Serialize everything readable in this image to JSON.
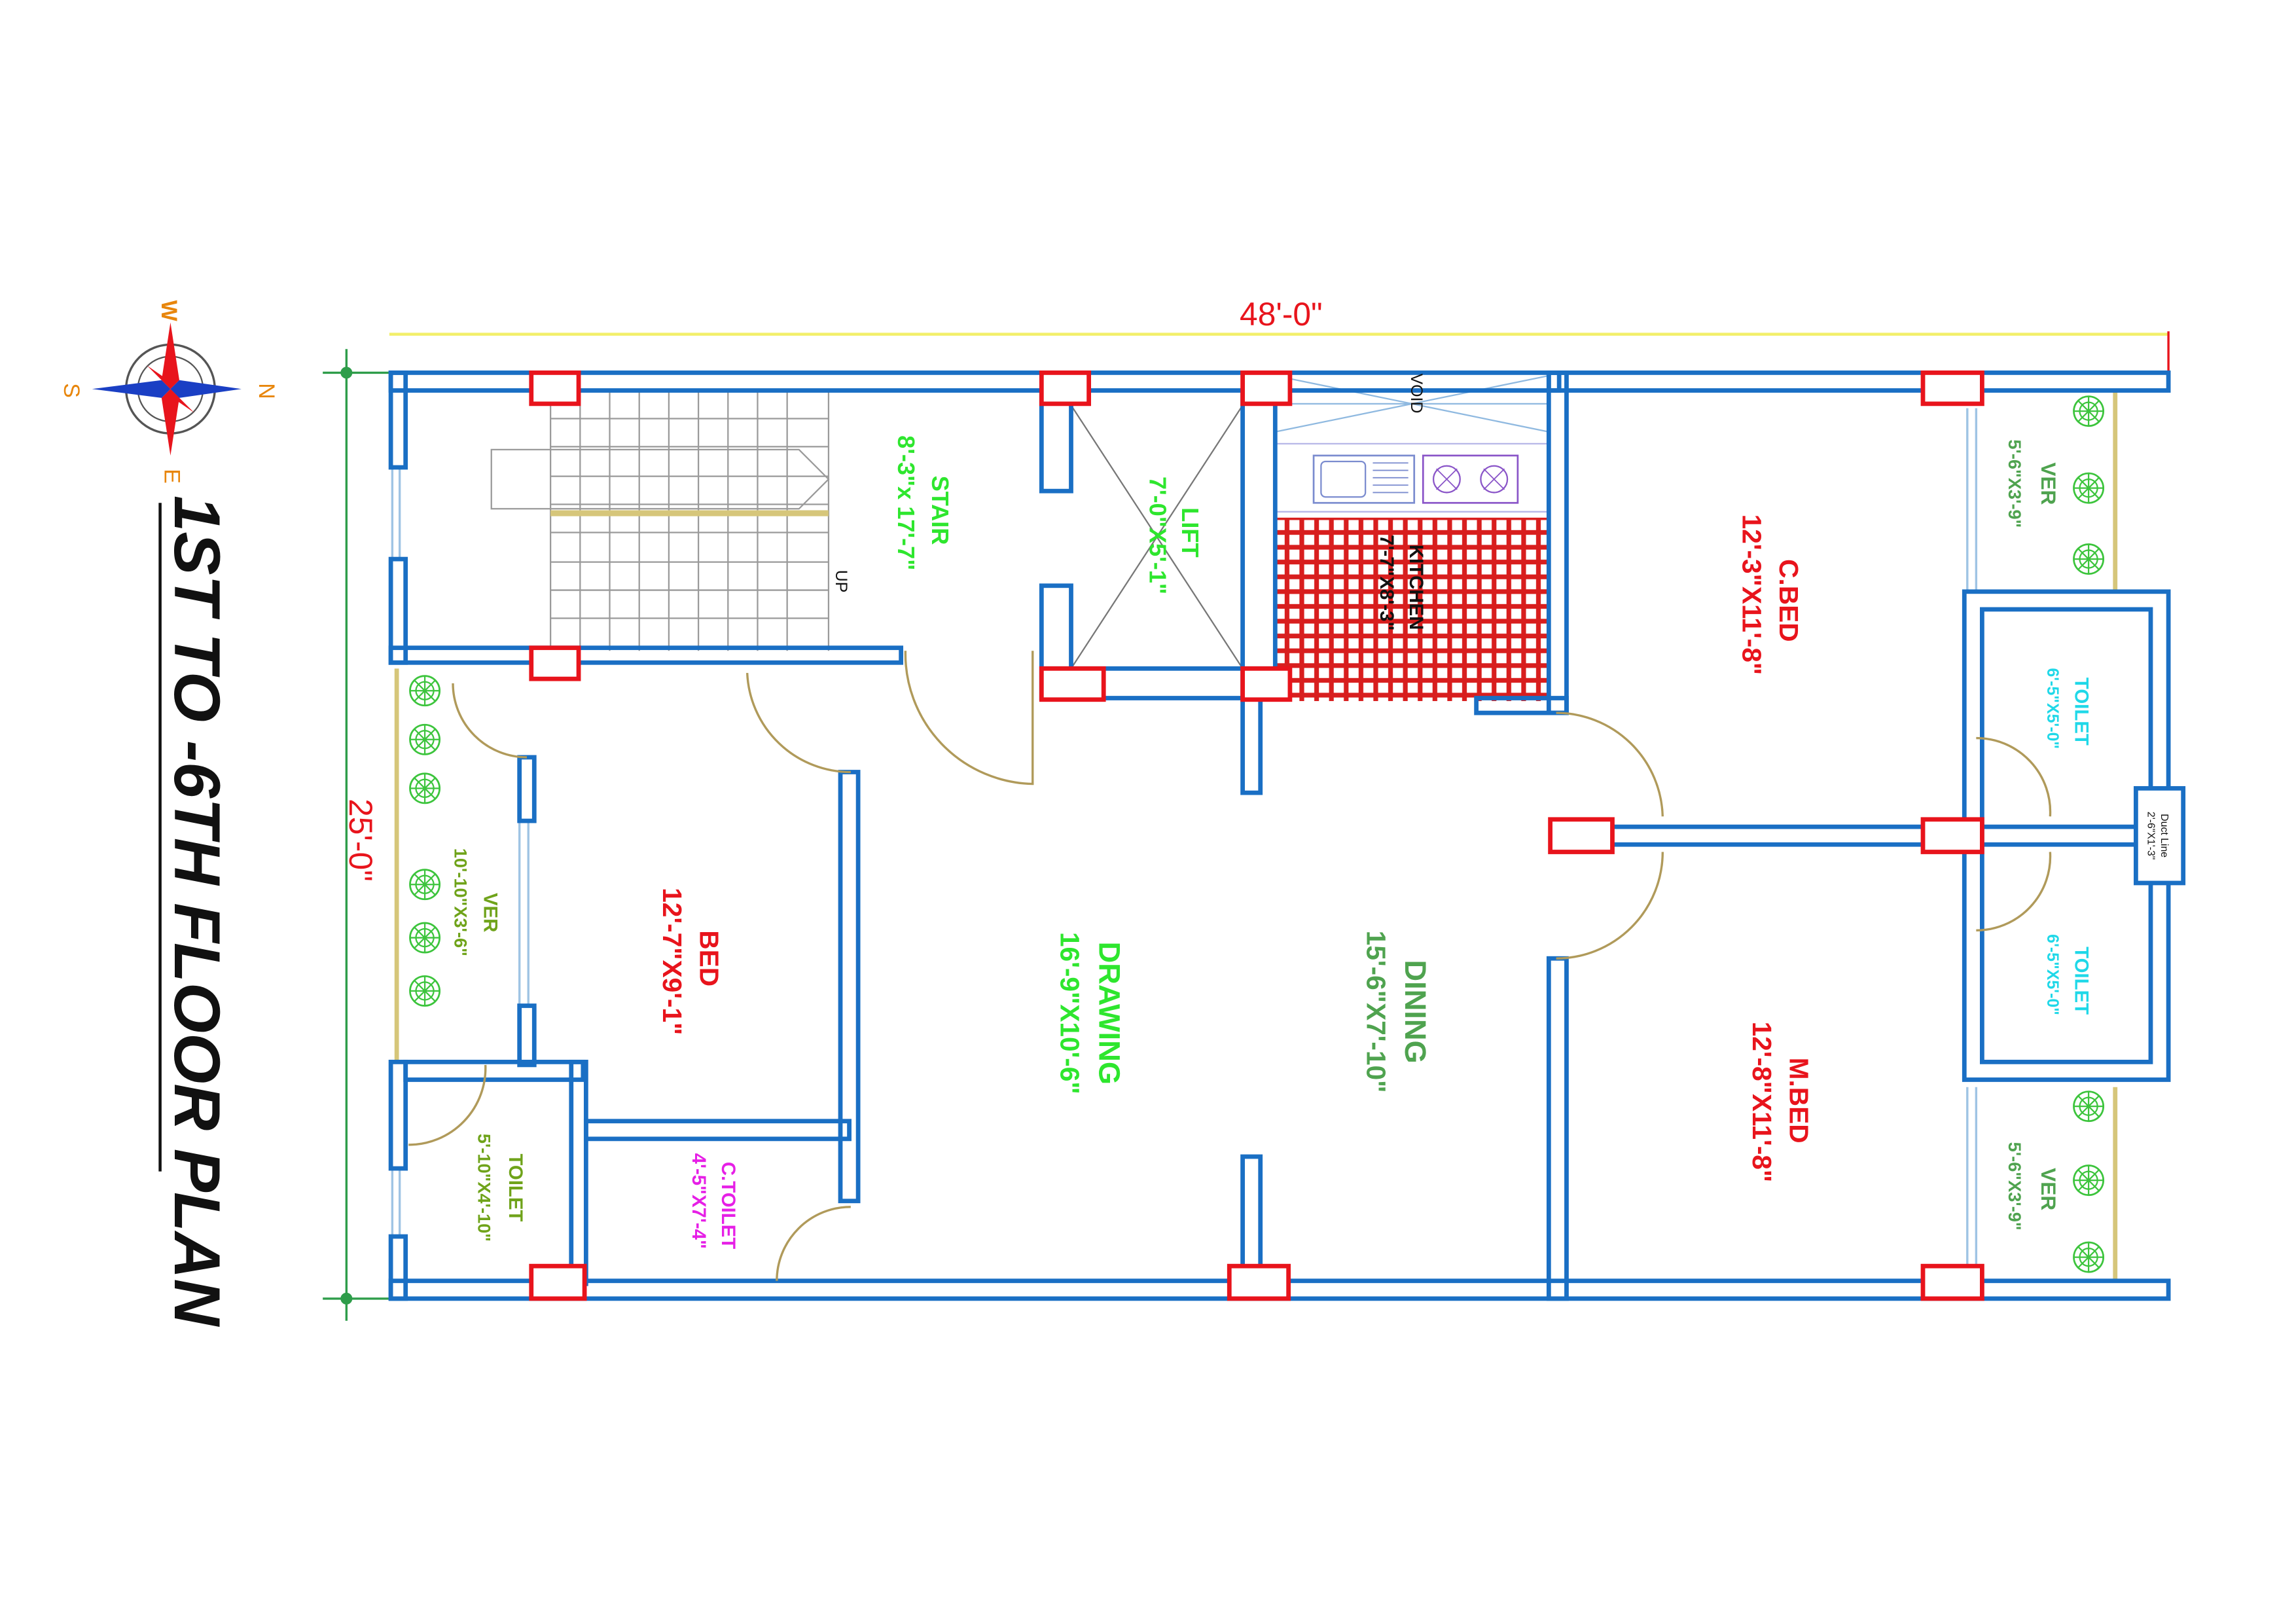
{
  "title": "1ST TO -6TH FLOOR PLAN",
  "dimensions": {
    "width": "48'-0\"",
    "depth": "25'-0\""
  },
  "compass": {
    "w": "W",
    "s": "S",
    "n": "N",
    "e": "E"
  },
  "colors": {
    "wall": "#1a6fc4",
    "column": "#e8141c",
    "column_fill": "#ffffff",
    "dim_line": "#2e9d4a",
    "width_dim_line": "#f2ef6a",
    "red_text": "#e8141c",
    "green_text": "#2ee62e",
    "olive_text": "#6fa31a",
    "cyan_text": "#1fd8e8",
    "magenta_text": "#e61fe6",
    "dining_text": "#4fa34f",
    "door": "#b09a5a",
    "tile": "#d81e1e",
    "plant": "#3cc43c"
  },
  "rooms": {
    "stair": {
      "name": "STAIR",
      "size": "8'-3\"x 17'-7\"",
      "up": "UP"
    },
    "lift": {
      "name": "LIFT",
      "size": "7'-0\"X5'-1\""
    },
    "void": "VOID",
    "kitchen": {
      "name": "KITCHEN",
      "size": "7'-7\"X8'-3\""
    },
    "c_bed": {
      "name": "C.BED",
      "size": "12'-3\"X11'-8\""
    },
    "ver_top_right": {
      "name": "VER",
      "size": "5'-6\"X3'-9\""
    },
    "toilet_right_top": {
      "name": "TOILET",
      "size": "6'-5\"X5'-0\""
    },
    "duct": {
      "name": "Duct Line",
      "size": "2'-6\"X1'-3\""
    },
    "toilet_right_bottom": {
      "name": "TOILET",
      "size": "6'-5\"X5'-0\""
    },
    "m_bed": {
      "name": "M.BED",
      "size": "12'-8\"X11'-8\""
    },
    "ver_bottom_right": {
      "name": "VER",
      "size": "5'-6\"X3'-9\""
    },
    "dining": {
      "name": "DINING",
      "size": "15'-6\"X7'-10\""
    },
    "drawing": {
      "name": "DRAWING",
      "size": "16'-9\"X10'-6\""
    },
    "bed": {
      "name": "BED",
      "size": "12'-7\"X9'-1\""
    },
    "c_toilet": {
      "name": "C.TOILET",
      "size": "4'-5\"X7'-4\""
    },
    "ver_left": {
      "name": "VER",
      "size": "10'-10\"X3'-6\""
    },
    "toilet_left": {
      "name": "TOILET",
      "size": "5'-10\"X4'-10\""
    }
  }
}
